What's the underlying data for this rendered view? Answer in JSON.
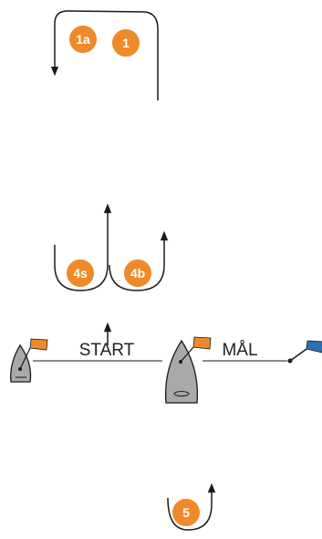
{
  "diagram": {
    "marks": {
      "m1a": "1a",
      "m1": "1",
      "m4s": "4s",
      "m4b": "4b",
      "m5": "5"
    },
    "labels": {
      "start": "START",
      "finish": "MÅL"
    },
    "colors": {
      "mark_fill": "#ee8a2a",
      "line": "#1a1a1a",
      "boat_hull": "#a9a9a9",
      "flag_orange": "#ee8a2a",
      "flag_blue": "#2d6fb7"
    },
    "icons": [
      "arrow-icon",
      "sailboat-icon",
      "orange-flag-icon",
      "blue-flag-icon",
      "buoy-icon"
    ]
  }
}
